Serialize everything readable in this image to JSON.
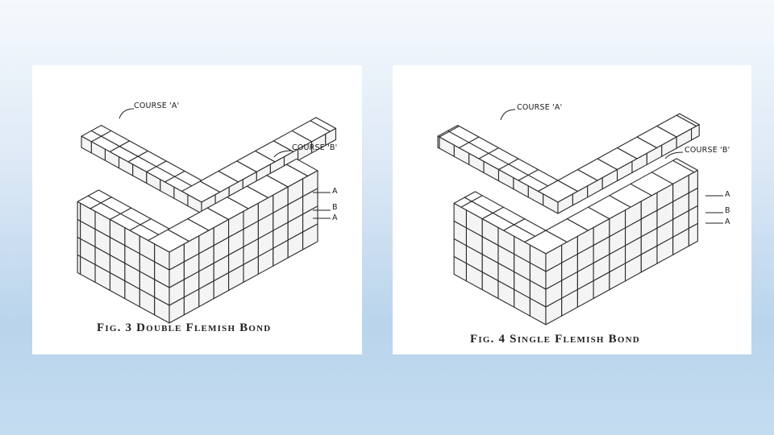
{
  "figures": [
    {
      "caption": "Fig. 3 Double Flemish Bond",
      "course_a_label": "COURSE 'A'",
      "course_b_label": "COURSE 'B'",
      "side_labels": [
        "A",
        "B",
        "A"
      ]
    },
    {
      "caption": "Fig. 4 Single Flemish Bond",
      "course_a_label": "COURSE 'A'",
      "course_b_label": "COURSE 'B'",
      "side_labels": [
        "A",
        "B",
        "A"
      ]
    }
  ]
}
